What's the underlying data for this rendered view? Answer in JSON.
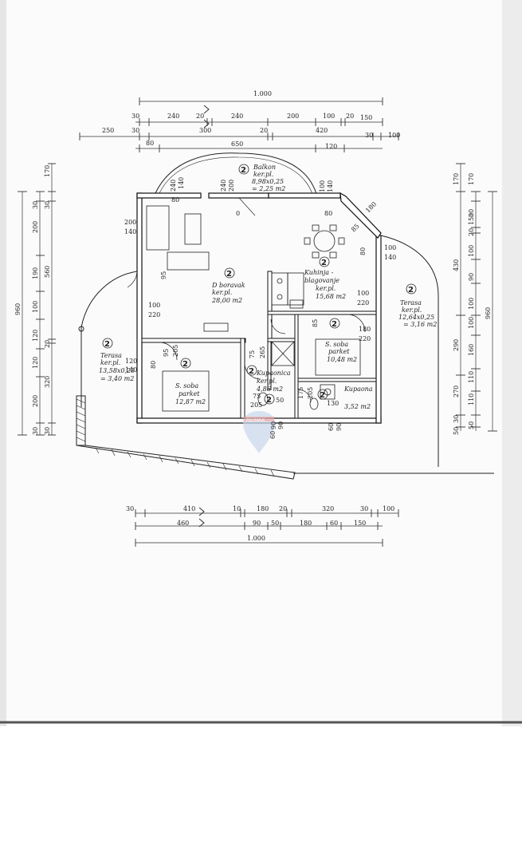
{
  "top_dims": {
    "total": "1.000",
    "row1": [
      "30",
      "240",
      "20",
      "240",
      "200",
      "100",
      "20",
      "150"
    ],
    "row2": [
      "250",
      "30",
      "300",
      "20",
      "420",
      "30",
      "100"
    ],
    "row3": [
      "80",
      "650",
      "120"
    ]
  },
  "bottom_dims": {
    "row1": [
      "30",
      "410",
      "10",
      "180",
      "20",
      "320",
      "30",
      "100"
    ],
    "row2": [
      "460",
      "90",
      "50",
      "180",
      "60",
      "150"
    ],
    "total": "1.000"
  },
  "left_dims": {
    "total": "960",
    "outer": [
      "170",
      "30",
      "200",
      "190",
      "100",
      "120",
      "120",
      "200",
      "30"
    ],
    "inner": [
      "30",
      "560",
      "20",
      "320",
      "30"
    ]
  },
  "right_dims": {
    "total": "960",
    "outer": [
      "170",
      "30",
      "150",
      "20",
      "100",
      "90",
      "100",
      "100",
      "160",
      "110",
      "110",
      "50"
    ],
    "inner": [
      "170",
      "430",
      "290",
      "270",
      "30",
      "50"
    ]
  },
  "rooms": [
    {
      "num": "2",
      "name": "Balkon",
      "line1": "ker.pl.",
      "line2": "8,98x0,25",
      "line3": "= 2,25 m2"
    },
    {
      "num": "2",
      "name": "D boravak",
      "line1": "ker.pl.",
      "line2": "28,00 m2"
    },
    {
      "num": "2",
      "name": "Kuhinja -",
      "line1": "blagovanje",
      "line2": "ker.pl.",
      "line3": "15,68 m2"
    },
    {
      "num": "2",
      "name": "Terasa",
      "line1": "ker.pl.",
      "line2": "12,64x0,25",
      "line3": "= 3,16 m2"
    },
    {
      "num": "2",
      "name": "S. soba",
      "line1": "parket",
      "line2": "10,48 m2"
    },
    {
      "num": "2",
      "name": "Terasa",
      "line1": "ker.pl.",
      "line2": "13,58x0,25",
      "line3": "= 3,40 m2"
    },
    {
      "num": "2",
      "name": "S. soba",
      "line1": "parket",
      "line2": "12,87 m2"
    },
    {
      "num": "2",
      "name": "Kupaonica",
      "line1": "ker.pl.",
      "line2": "4,86 m2"
    },
    {
      "num": "2",
      "name": "Kupaona",
      "line1": "3,52 m2"
    },
    {
      "num": "2"
    }
  ],
  "openings": [
    "200",
    "140",
    "80",
    "240",
    "140",
    "240",
    "200",
    "0",
    "100",
    "140",
    "80",
    "180",
    "85",
    "80",
    "100",
    "140",
    "100",
    "220",
    "100",
    "220",
    "85",
    "180",
    "220",
    "120",
    "140",
    "95",
    "205",
    "80",
    "75",
    "265",
    "75",
    "205",
    "90",
    "50",
    "60",
    "90",
    "175",
    "205",
    "130",
    "60",
    "90",
    "95"
  ],
  "watermark": {
    "brand": "RE/MAX",
    "color": "#c8d7ec",
    "accent": "#e4a6a6"
  },
  "icons": [
    "dining-table-icon",
    "stove-icon",
    "sink-icon",
    "bed-icon",
    "bathtub-icon",
    "toilet-icon",
    "shower-icon",
    "door-swing-icon"
  ]
}
